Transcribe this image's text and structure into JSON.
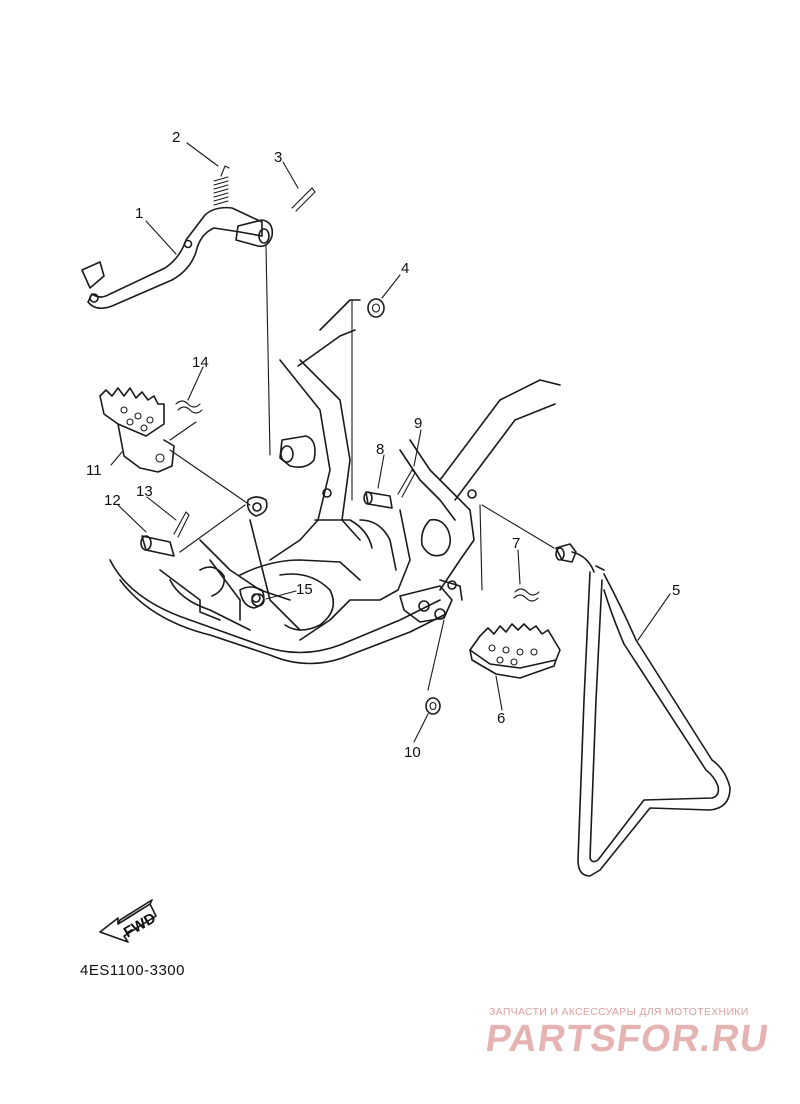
{
  "diagram": {
    "callouts": [
      "1",
      "2",
      "3",
      "4",
      "5",
      "6",
      "7",
      "8",
      "9",
      "10",
      "11",
      "12",
      "13",
      "14",
      "15"
    ],
    "part_code": "4ES1100-3300",
    "fwd_label": "FWD"
  },
  "watermark": {
    "tagline": "ЗАПЧАСТИ И АКСЕССУАРЫ ДЛЯ МОТОТЕХНИКИ",
    "brand": "PARTSFOR.RU"
  }
}
